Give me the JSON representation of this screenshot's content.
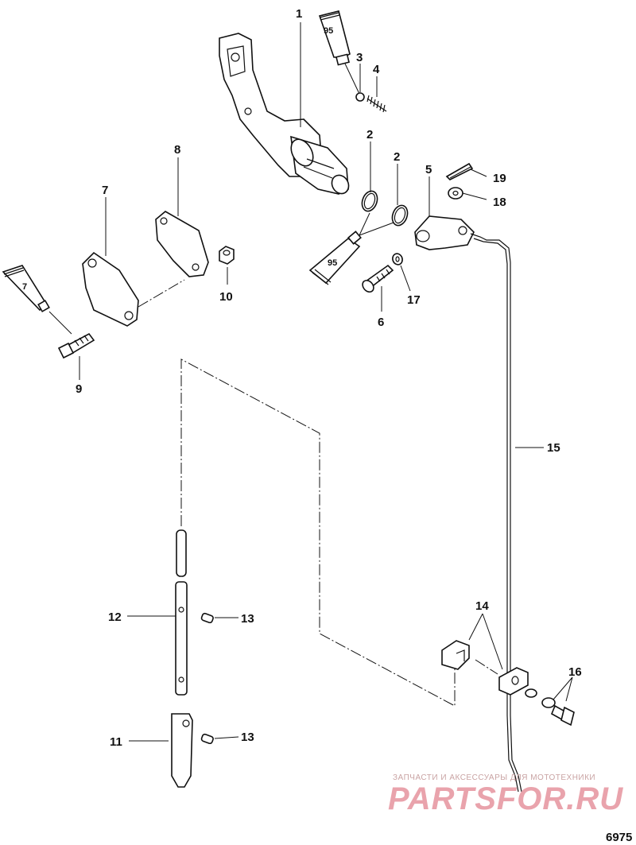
{
  "callouts": {
    "c1": "1",
    "c2a": "2",
    "c2b": "2",
    "c3": "3",
    "c4": "4",
    "c5": "5",
    "c6": "6",
    "c7": "7",
    "c8": "8",
    "c9": "9",
    "c10": "10",
    "c11": "11",
    "c12": "12",
    "c13a": "13",
    "c13b": "13",
    "c14": "14",
    "c15": "15",
    "c16": "16",
    "c17": "17",
    "c18": "18",
    "c19": "19"
  },
  "tubes": {
    "t95a": "95",
    "t95b": "95",
    "t7": "7"
  },
  "watermark": {
    "line1": "ЗАПЧАСТИ И АКСЕССУАРЫ ДЛЯ МОТОТЕХНИКИ",
    "line2": "PARTSFOR.RU"
  },
  "figure_number": "6975"
}
